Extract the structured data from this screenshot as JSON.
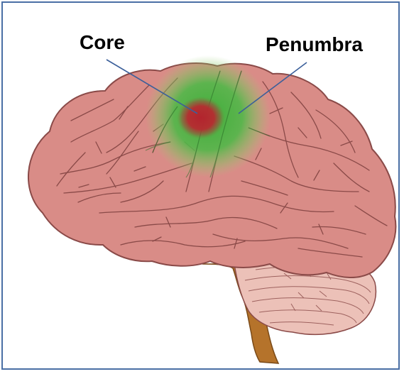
{
  "labels": {
    "core": "Core",
    "penumbra": "Penumbra"
  },
  "colors": {
    "frame_border": "#4a6fa5",
    "brain_fill": "#d98c87",
    "brain_outline": "#8a4a48",
    "cerebellum_fill": "#ecc1b8",
    "brainstem_fill": "#b5732b",
    "core_red": "#b3242e",
    "penumbra_green": "#3fae3a",
    "leader_line": "#3b5f9a"
  },
  "icons": {
    "brain": "brain-illustration"
  }
}
